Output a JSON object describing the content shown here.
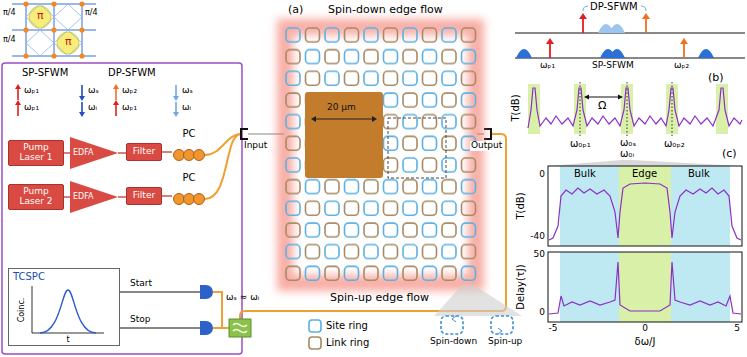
{
  "diagram": {
    "nodes": [
      {
        "text": [
          "Pump Laser 1"
        ]
      },
      {
        "text": [
          "EDFA"
        ]
      },
      {
        "text": [
          "Filter"
        ]
      },
      {
        "text": [
          "PC"
        ]
      },
      {
        "text": [
          "Pump Laser 2"
        ]
      },
      {
        "text": [
          "EDFA"
        ]
      },
      {
        "text": [
          "Filter"
        ]
      },
      {
        "text": [
          "PC"
        ]
      },
      {
        "text": [
          "TCSPC"
        ]
      }
    ],
    "edges": [
      {
        "from": 0,
        "to": 1,
        "arrow": "none"
      },
      {
        "from": 1,
        "to": 2,
        "arrow": "none"
      },
      {
        "from": 2,
        "to": 3,
        "arrow": "none"
      },
      {
        "from": 4,
        "to": 5,
        "arrow": "none"
      },
      {
        "from": 5,
        "to": 6,
        "arrow": "none"
      },
      {
        "from": 6,
        "to": 7,
        "arrow": "none"
      }
    ],
    "labels": [
      "π/4",
      "π/4",
      "π/4",
      "π",
      "π",
      "SP-SFWM",
      "DP-SFWM",
      "ωₚ₁",
      "ωₚ₁",
      "ωₛ",
      "ωᵢ",
      "ωₚ₂",
      "ωₚ₁",
      "ωₛ",
      "ωᵢ",
      "Coinc.",
      "t",
      "Start",
      "Stop",
      "ωₛ ≈ ωᵢ",
      "Input",
      "Output",
      "(a)",
      "Spin-down edge flow",
      "20 μm",
      "Spin-up edge flow",
      "Spin-down",
      "Spin-up",
      "DP-SFWM",
      "ωₚ₁",
      "SP-SFWM",
      "ωₚ₂",
      "(b)",
      "T(dB)",
      "Ω",
      "ω₀ₚ₁",
      "ω₀ₛ",
      "ω₀ᵢ",
      "ω₀ₚ₂",
      "(c)",
      "Bulk",
      "Edge",
      "Bulk",
      "T(dB)",
      "0",
      "-40",
      "Delay(τJ)",
      "50",
      "0",
      "-5",
      "0",
      "5",
      "δω/J"
    ],
    "legend": [
      {
        "text": "Site ring"
      },
      {
        "text": "Link ring"
      }
    ]
  }
}
